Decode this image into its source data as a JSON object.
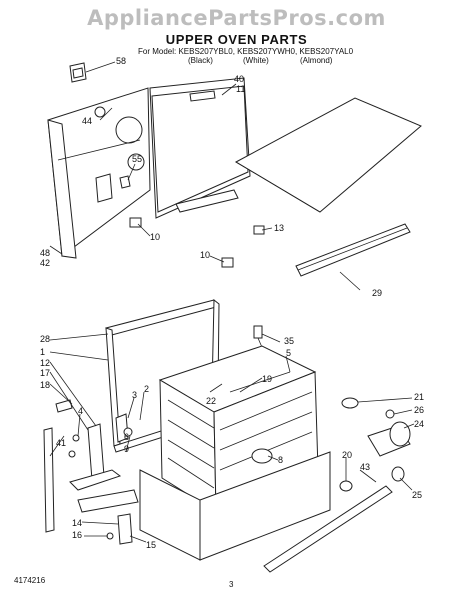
{
  "watermark": "AppliancePartsPros.com",
  "title": "UPPER OVEN PARTS",
  "model_line": "For Model: KEBS207YBL0, KEBS207YWH0, KEBS207YAL0",
  "finishes": [
    "(Black)",
    "(White)",
    "(Almond)"
  ],
  "callouts": {
    "c58": "58",
    "c40": "40",
    "c11": "11",
    "c44": "44",
    "c55": "55",
    "c10a": "10",
    "c13": "13",
    "c10b": "10",
    "c48": "48",
    "c42": "42",
    "c29": "29",
    "c28": "28",
    "c1": "1",
    "c12": "12",
    "c17": "17",
    "c18": "18",
    "c35": "35",
    "c5": "5",
    "c19": "19",
    "c22": "22",
    "c3": "3",
    "c2": "2",
    "c4": "4",
    "c6": "6",
    "c9": "9",
    "c8": "8",
    "c41": "41",
    "c21": "21",
    "c26": "26",
    "c24": "24",
    "c20": "20",
    "c43": "43",
    "c25": "25",
    "c14": "14",
    "c16": "16",
    "c15": "15"
  },
  "footer_code": "4174216",
  "page_number": "3"
}
